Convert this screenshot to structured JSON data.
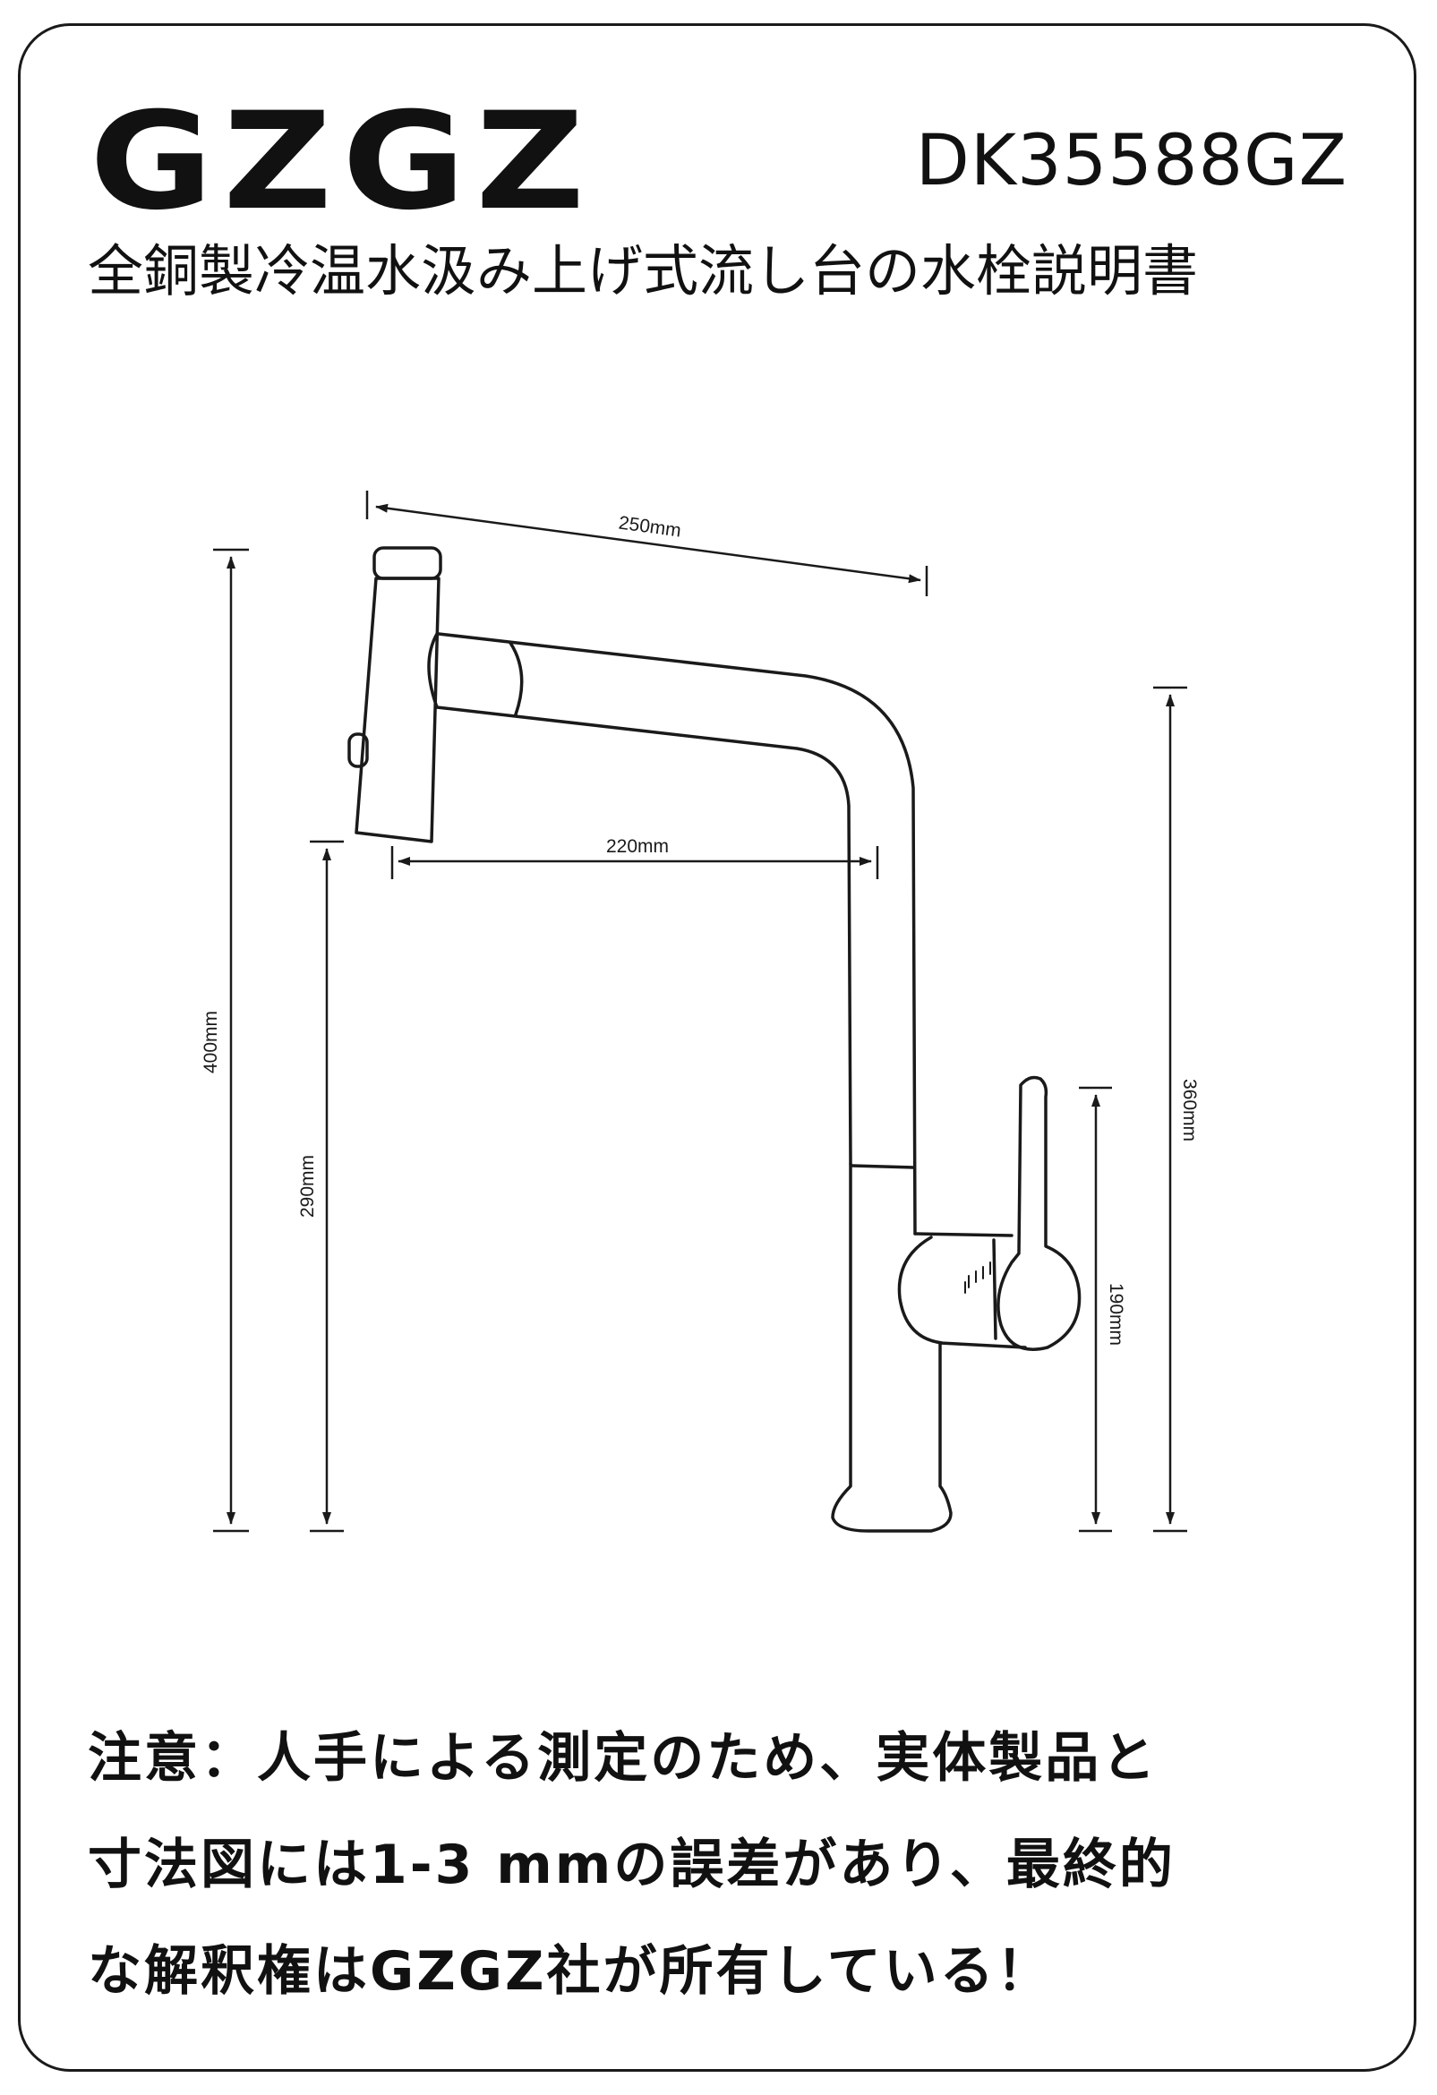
{
  "header": {
    "brand": "GZGZ",
    "model": "DK35588GZ",
    "title": "全銅製冷温水汲み上げ式流し台の水栓説明書"
  },
  "dimensions": {
    "reach_top": "250mm",
    "reach_bottom": "220mm",
    "total_height": "400mm",
    "spout_clearance": "290mm",
    "body_height": "360mm",
    "handle_height": "190mm"
  },
  "note": {
    "line1": "注意：人手による測定のため、実体製品と",
    "line2": "寸法図には1-3 mmの誤差があり、最終的",
    "line3": "な解釈権はGZGZ社が所有している！"
  },
  "colors": {
    "line": "#1a1a1a",
    "background": "#ffffff"
  }
}
